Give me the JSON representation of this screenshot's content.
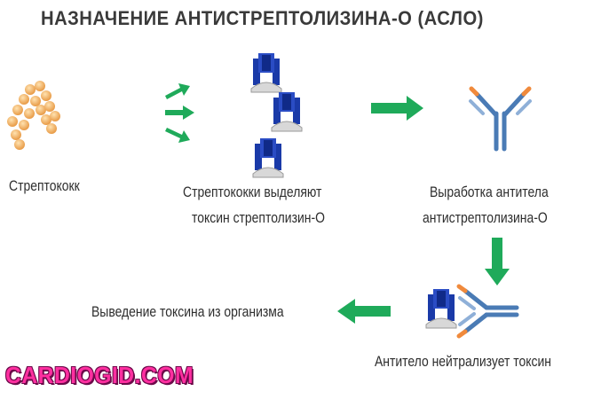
{
  "title": "НАЗНАЧЕНИЕ АНТИСТРЕПТОЛИЗИНА-О (АСЛО)",
  "steps": {
    "streptococcus": "Стрептококк",
    "toxin_release_line1": "Стрептококки выделяют",
    "toxin_release_line2": "токсин стрептолизин-О",
    "antibody_production_line1": "Выработка антитела",
    "antibody_production_line2": "антистрептолизина-О",
    "neutralization": "Антитело нейтрализует токсин",
    "elimination": "Выведение токсина из организма"
  },
  "watermark": "CARDIOGID.COM",
  "colors": {
    "arrow": "#1faa5a",
    "toxin_blue": "#1a3aa8",
    "bacteria": "#f2b56b",
    "antibody_blue": "#4a7bb5",
    "antibody_orange": "#f08a3c"
  }
}
